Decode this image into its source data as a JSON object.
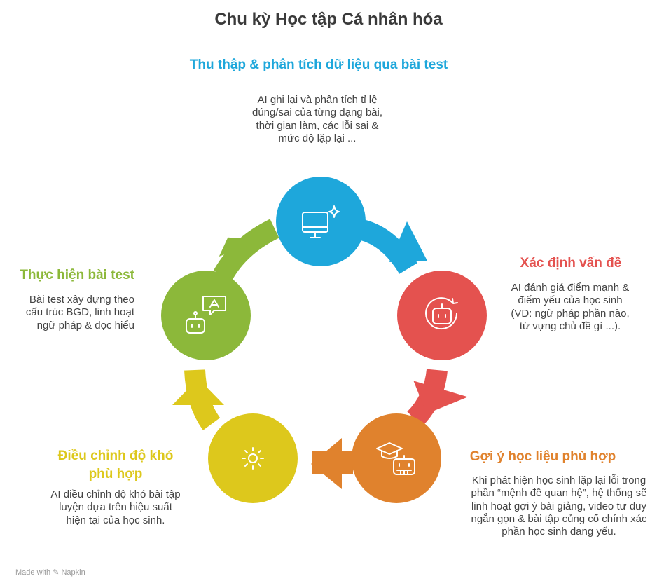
{
  "title": "Chu kỳ Học tập Cá nhân hóa",
  "footer": {
    "made_with": "Made with",
    "brand": "Napkin"
  },
  "stages": [
    {
      "id": "collect",
      "color": "#1ea7db",
      "title": "Thu thập & phân tích dữ liệu qua bài test",
      "desc": "AI ghi lại và phân tích tỉ lệ đúng/sai của từng dạng bài, thời gian làm, các lỗi sai & mức độ lặp lại ...",
      "icon": "monitor-sparkle-icon"
    },
    {
      "id": "identify",
      "color": "#e4524f",
      "title": "Xác định vấn đề",
      "desc": "AI đánh giá điểm mạnh & điểm yếu của học sinh (VD: ngữ pháp phần nào, từ vựng chủ đề gì ...).",
      "icon": "robot-refresh-icon"
    },
    {
      "id": "suggest",
      "color": "#e0822d",
      "title": "Gợi ý học liệu phù hợp",
      "desc": "Khi phát hiện học sinh lặp lại lỗi trong phần “mệnh đề quan hệ”, hệ thống sẽ linh hoạt gợi ý bài giảng, video tư duy ngắn gọn & bài tập củng cố chính xác phần học sinh đang yếu.",
      "icon": "graduation-robot-icon"
    },
    {
      "id": "adjust",
      "color": "#ddc81c",
      "title": "Điều chỉnh độ khó phù hợp",
      "desc": "AI điều chỉnh độ khó bài tập luyện dựa trên hiệu suất hiện tại của học sinh.",
      "icon": "sun-icon"
    },
    {
      "id": "test",
      "color": "#8cb83a",
      "title": "Thực hiện bài test",
      "desc": "Bài test xây dựng theo cấu trúc BGD, linh hoạt ngữ pháp & đọc hiểu",
      "icon": "robot-chat-icon"
    }
  ]
}
